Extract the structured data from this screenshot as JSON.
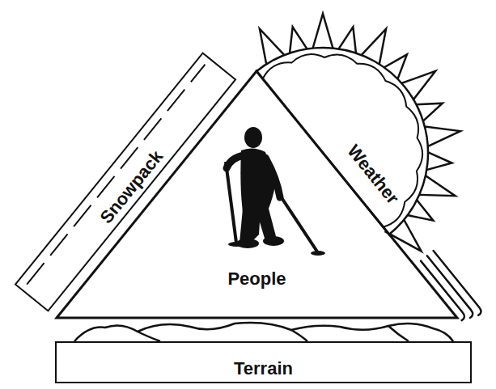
{
  "diagram": {
    "nodes": [
      {
        "text": [
          "Snowpack"
        ]
      },
      {
        "text": [
          "Weather"
        ]
      },
      {
        "text": [
          "People"
        ]
      },
      {
        "text": [
          "Terrain"
        ]
      }
    ]
  }
}
